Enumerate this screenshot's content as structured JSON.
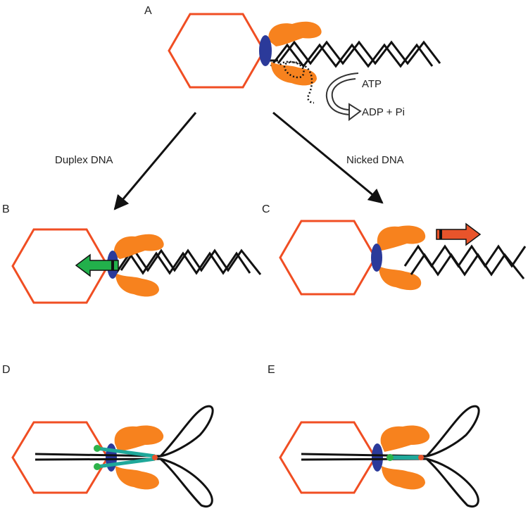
{
  "panels": [
    {
      "letter": "A"
    },
    {
      "letter": "B"
    },
    {
      "letter": "C"
    },
    {
      "letter": "D"
    },
    {
      "letter": "E"
    }
  ],
  "labels": {
    "atp": "ATP",
    "adp_pi": "ADP + Pi",
    "duplex": "Duplex DNA",
    "nicked": "Nicked DNA"
  },
  "colors": {
    "capsid": "#f04e23",
    "portal": "#2b3a9a",
    "motor": "#f7821e",
    "dna": "#111111",
    "green_arrow": "#22b04b",
    "red_arrow": "#e8542b",
    "teal": "#1fa89a",
    "green_dot": "#2db34a",
    "tail_loop": "#111111"
  },
  "icons": {
    "atp_hydrolysis": "curved-arrow-icon"
  }
}
